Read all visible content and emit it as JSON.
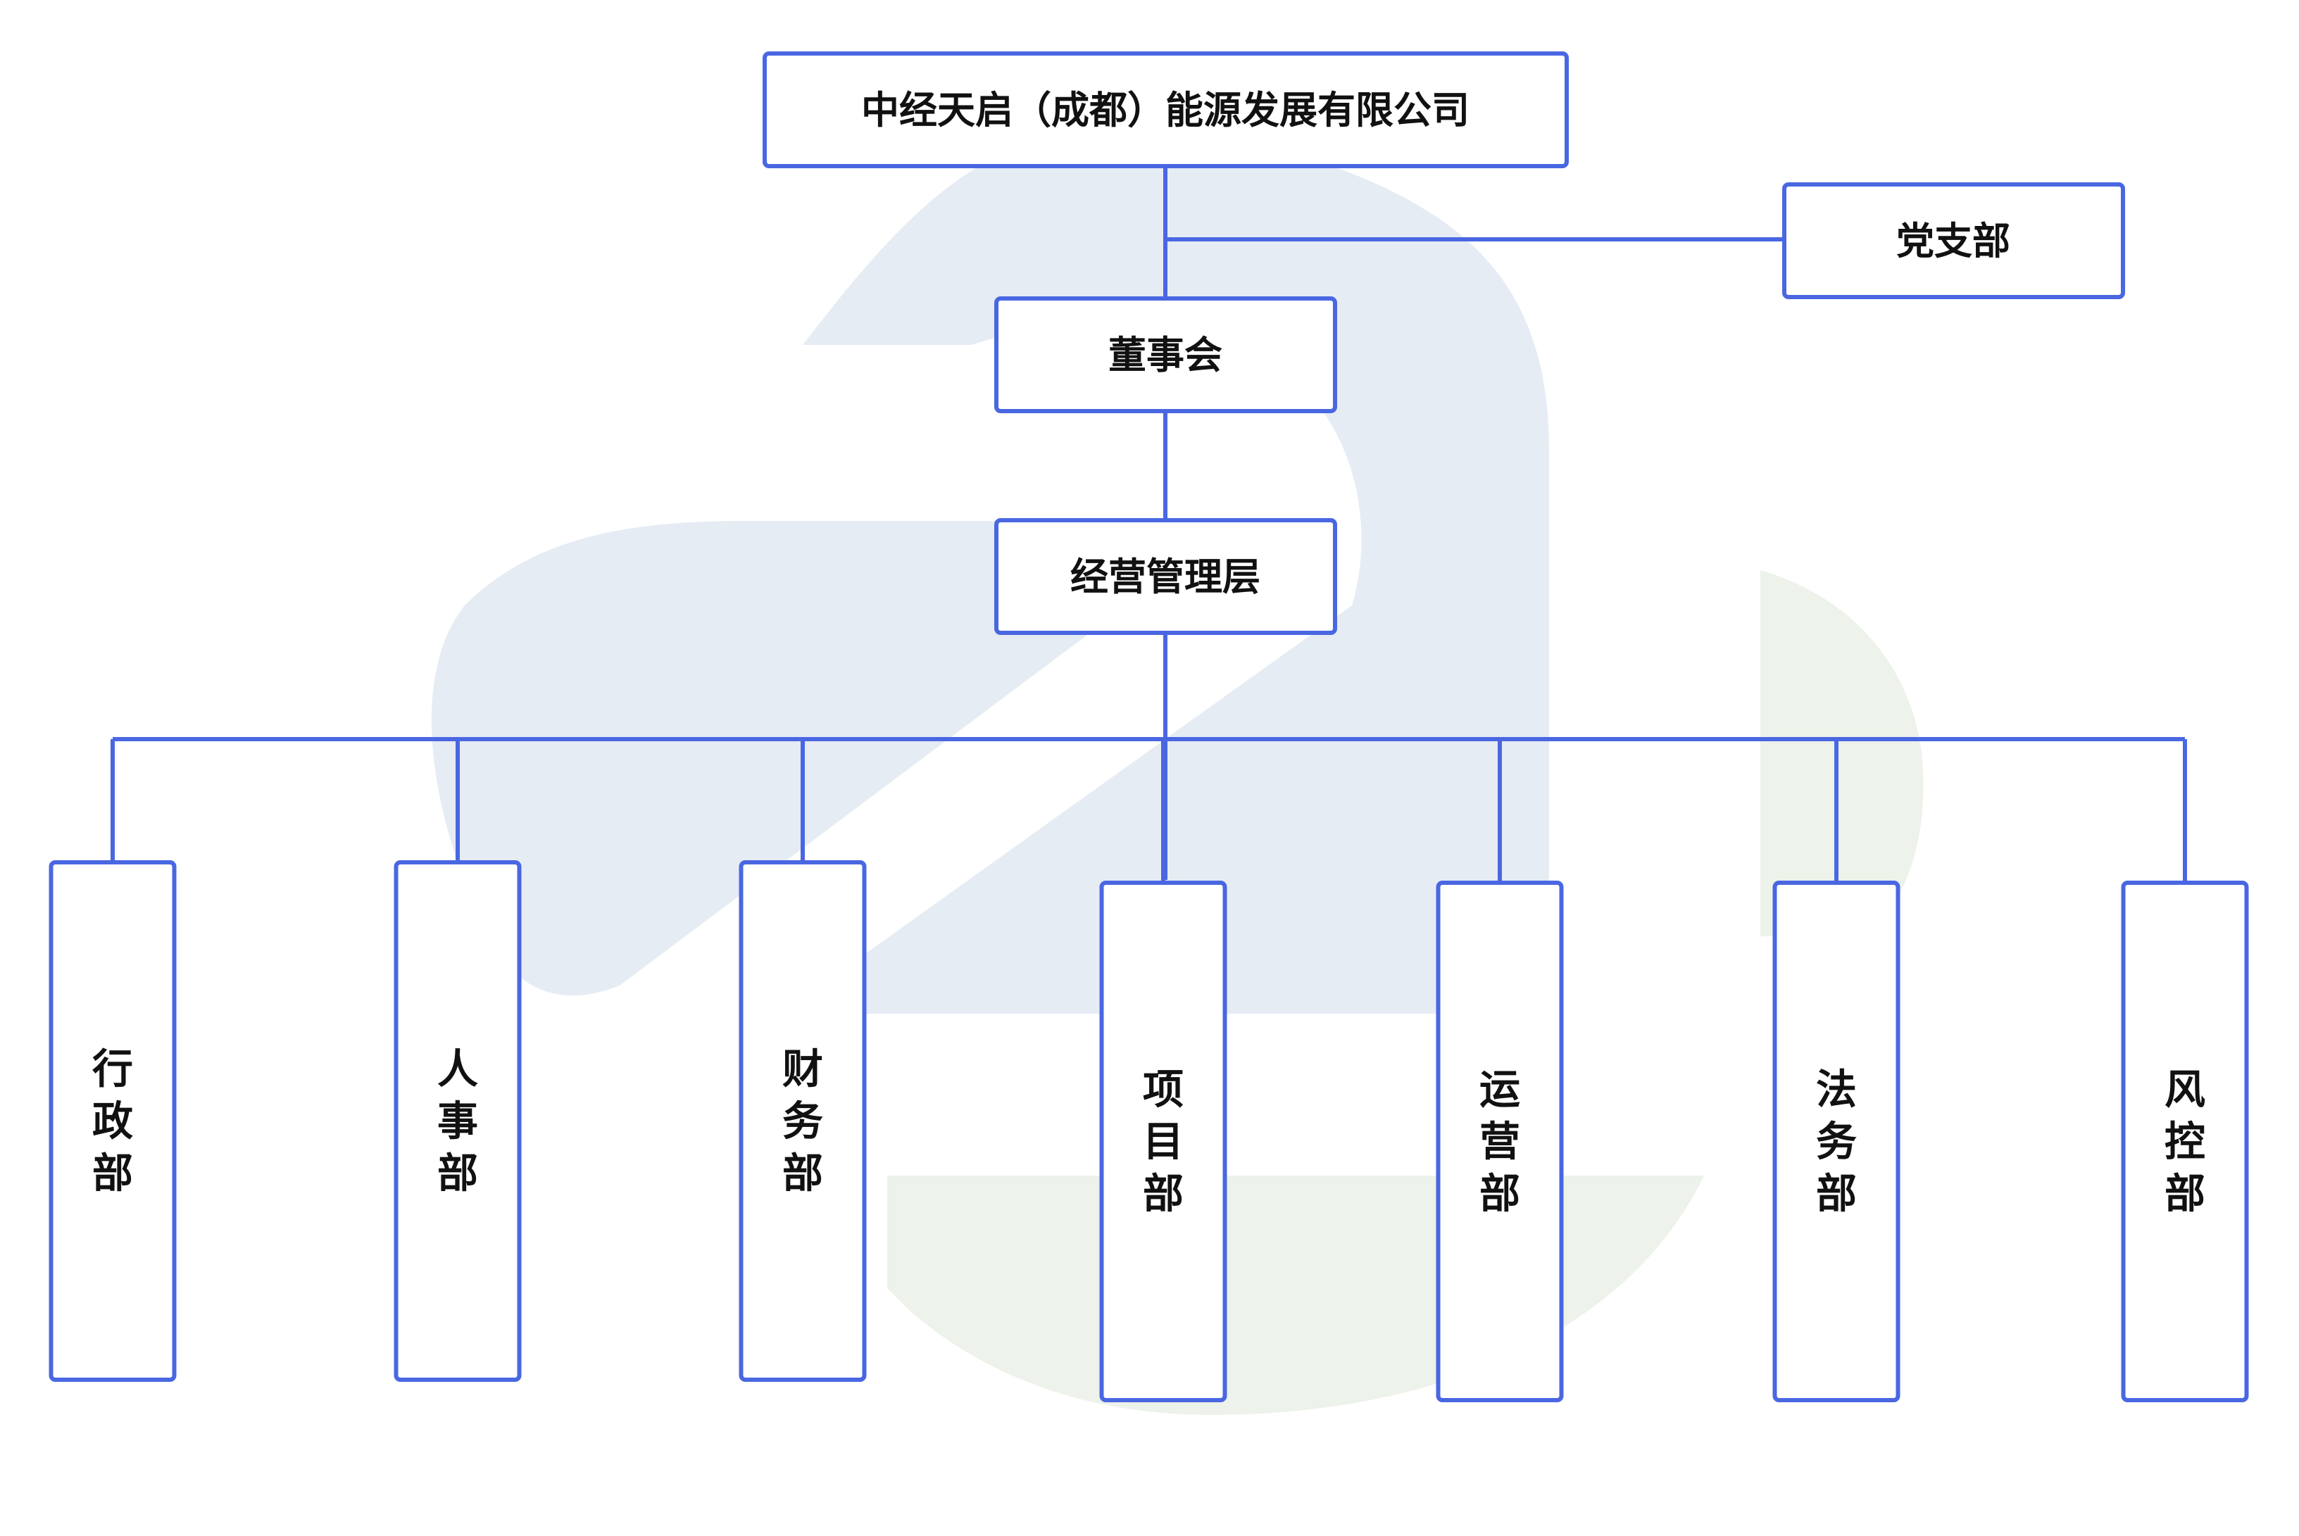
{
  "org_chart": {
    "root": "中经天启（成都）能源发展有限公司",
    "party_branch": "党支部",
    "board": "董事会",
    "management": "经营管理层",
    "departments": [
      "行政部",
      "人事部",
      "财务部",
      "项目部",
      "运营部",
      "法务部",
      "风控部"
    ]
  },
  "colors": {
    "box_border": "#4a67e2",
    "connector": "#4a67e2",
    "text": "#111111",
    "watermark_blue": "#e6ecf4",
    "watermark_green": "#edf2ea"
  }
}
